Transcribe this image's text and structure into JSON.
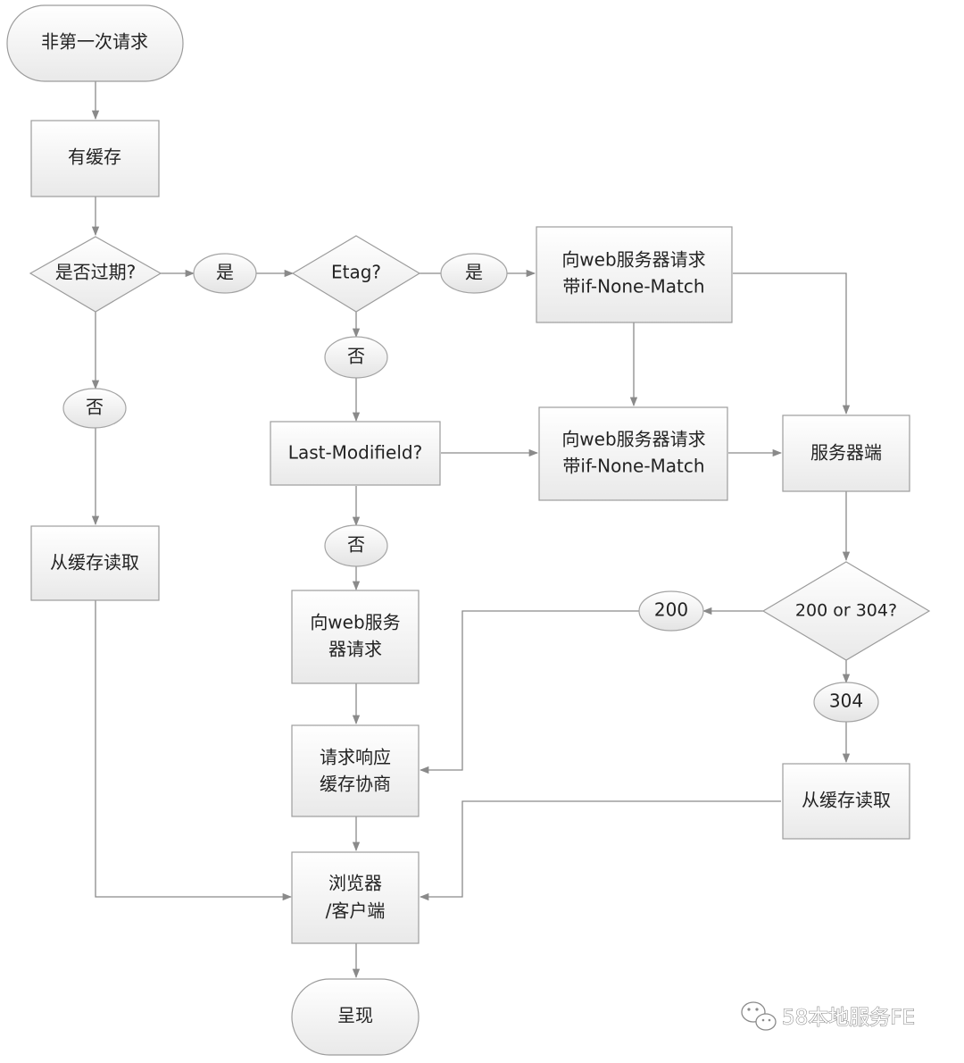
{
  "colors": {
    "node_fill_top": "#ffffff",
    "node_fill_bottom": "#ececec",
    "border": "#9c9c9c",
    "edge": "#8a8a8a",
    "text": "#222222"
  },
  "nodes": {
    "start": [
      "非第一次请求"
    ],
    "has_cache": [
      "有缓存"
    ],
    "expired_q": [
      "是否过期?"
    ],
    "yes1": [
      "是"
    ],
    "etag_q": [
      "Etag?"
    ],
    "yes2": [
      "是"
    ],
    "req_ifnone_1": [
      "向web服务器请求",
      "带if-None-Match"
    ],
    "no_expired": [
      "否"
    ],
    "no_etag": [
      "否"
    ],
    "lastmod_q": [
      "Last-Modifield?"
    ],
    "req_ifnone_2": [
      "向web服务器请求",
      "带if-None-Match"
    ],
    "server": [
      "服务器端"
    ],
    "read_cache_left": [
      "从缓存读取"
    ],
    "no_lastmod": [
      "否"
    ],
    "status_q": [
      "200 or 304?"
    ],
    "c200": [
      "200"
    ],
    "req_web": [
      "向web服务",
      "器请求"
    ],
    "c304": [
      "304"
    ],
    "negotiate": [
      "请求响应",
      "缓存协商"
    ],
    "read_cache_right": [
      "从缓存读取"
    ],
    "browser": [
      "浏览器",
      "/客户端"
    ],
    "present": [
      "呈现"
    ]
  },
  "watermark": {
    "icon": "wechat-icon",
    "text": "58本地服务FE"
  }
}
